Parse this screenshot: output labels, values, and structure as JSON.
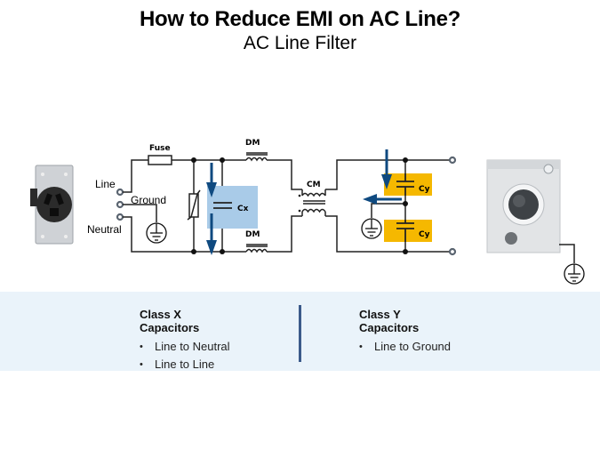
{
  "header": {
    "title": "How to Reduce EMI on AC Line?",
    "subtitle": "AC Line Filter"
  },
  "diagram": {
    "terminals": {
      "line": "Line",
      "ground": "Ground",
      "neutral": "Neutral"
    },
    "components": {
      "fuse": "Fuse",
      "dm_top": "DM",
      "dm_bottom": "DM",
      "cm": "CM",
      "cx": "Cx",
      "cy_top": "Cy",
      "cy_bottom": "Cy"
    },
    "colors": {
      "cx_highlight": "#a9cbe8",
      "cy_highlight": "#f5b800",
      "arrow": "#0f4a80",
      "wire": "#222222"
    },
    "images": {
      "left": "outlet-receptacle",
      "right": "clothes-dryer"
    }
  },
  "classes": {
    "x": {
      "title_line1": "Class X",
      "title_line2": "Capacitors",
      "items": [
        "Line to Neutral",
        "Line to Line"
      ]
    },
    "y": {
      "title_line1": "Class Y",
      "title_line2": "Capacitors",
      "items": [
        "Line to Ground"
      ]
    },
    "bullet": "•"
  }
}
